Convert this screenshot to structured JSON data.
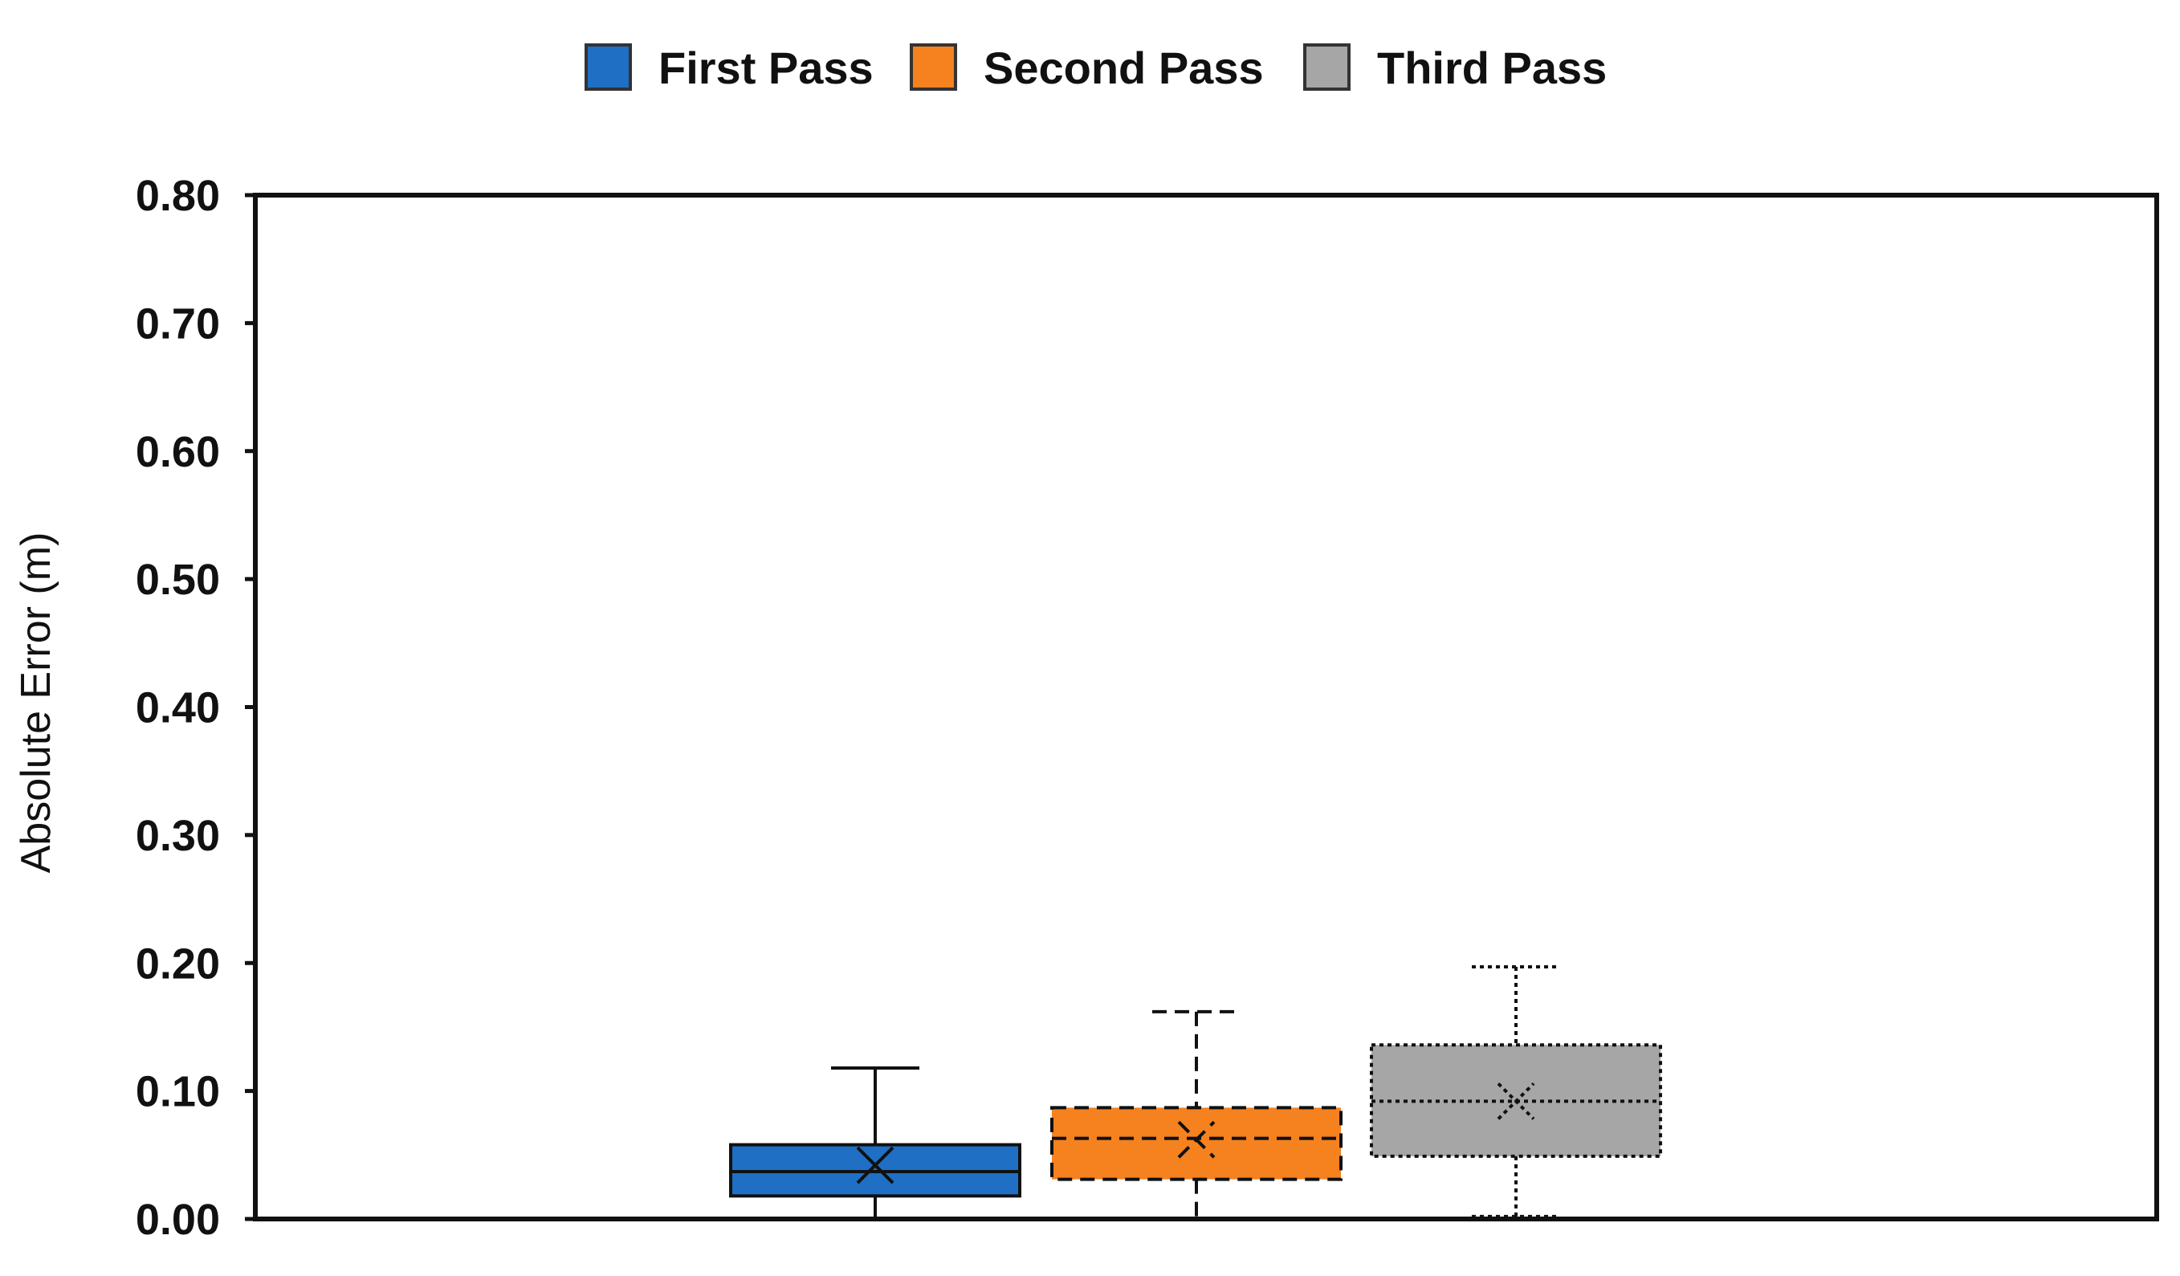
{
  "chart_data": {
    "type": "box",
    "title": "",
    "xlabel": "",
    "ylabel": "Absolute Error (m)",
    "ylim": [
      0,
      0.8
    ],
    "yticks": [
      "0.00",
      "0.10",
      "0.20",
      "0.30",
      "0.40",
      "0.50",
      "0.60",
      "0.70",
      "0.80"
    ],
    "grid": false,
    "legend_position": "top-center",
    "series": [
      {
        "name": "First Pass",
        "color": "#1f6fc5",
        "line_style": "solid",
        "min": 0.0,
        "q1": 0.018,
        "median": 0.037,
        "mean": 0.042,
        "q3": 0.058,
        "max": 0.118
      },
      {
        "name": "Second Pass",
        "color": "#f5821f",
        "line_style": "dashed",
        "min": 0.0,
        "q1": 0.031,
        "median": 0.063,
        "mean": 0.062,
        "q3": 0.087,
        "max": 0.162
      },
      {
        "name": "Third Pass",
        "color": "#a6a6a6",
        "line_style": "dotted",
        "min": 0.002,
        "q1": 0.049,
        "median": 0.092,
        "mean": 0.092,
        "q3": 0.136,
        "max": 0.197
      }
    ]
  }
}
